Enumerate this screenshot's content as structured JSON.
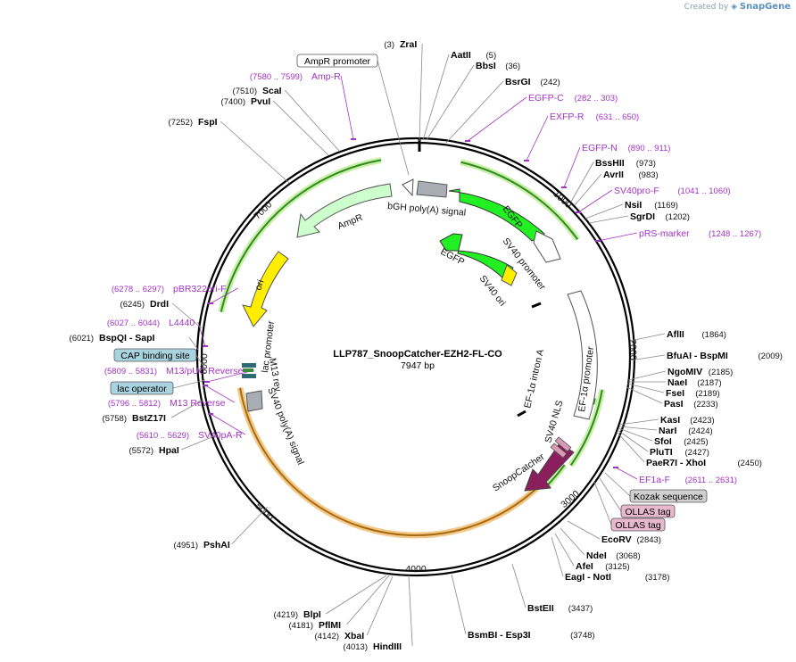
{
  "watermark": {
    "prefix": "Created by",
    "brand": "SnapGene"
  },
  "plasmid": {
    "name": "LLP787_SnoopCatcher-EZH2-FL-CO",
    "length_label": "7947 bp"
  },
  "ticks": [
    "1000",
    "2000",
    "3000",
    "4000",
    "5000",
    "6000",
    "7000"
  ],
  "sites": [
    {
      "num": "(3)",
      "name": "ZraI",
      "right": false
    },
    {
      "name": "AatII",
      "num": "(5)",
      "right": true
    },
    {
      "name": "BbsI",
      "num": "(36)",
      "right": true
    },
    {
      "name": "BsrGI",
      "num": "(242)",
      "right": true
    },
    {
      "name": "BssHII",
      "num": "(973)",
      "right": true
    },
    {
      "name": "AvrII",
      "num": "(983)",
      "right": true
    },
    {
      "name": "NsiI",
      "num": "(1169)",
      "right": true
    },
    {
      "name": "SgrDI",
      "num": "(1202)",
      "right": true
    },
    {
      "name": "AflII",
      "num": "(1864)",
      "right": true
    },
    {
      "name": "BfuAI  -  BspMI",
      "num": "(2009)",
      "right": true
    },
    {
      "name": "NgoMIV",
      "num": "(2185)",
      "right": true
    },
    {
      "name": "NaeI",
      "num": "(2187)",
      "right": true
    },
    {
      "name": "FseI",
      "num": "(2189)",
      "right": true
    },
    {
      "name": "PasI",
      "num": "(2233)",
      "right": true
    },
    {
      "name": "KasI",
      "num": "(2423)",
      "right": true
    },
    {
      "name": "NarI",
      "num": "(2424)",
      "right": true
    },
    {
      "name": "SfoI",
      "num": "(2425)",
      "right": true
    },
    {
      "name": "PluTI",
      "num": "(2427)",
      "right": true
    },
    {
      "name": "PaeR7I  -  XhoI",
      "num": "(2450)",
      "right": true
    },
    {
      "name": "EcoRV",
      "num": "(2843)",
      "right": true
    },
    {
      "name": "NdeI",
      "num": "(3068)",
      "right": true
    },
    {
      "name": "AfeI",
      "num": "(3125)",
      "right": true
    },
    {
      "name": "EagI  -  NotI",
      "num": "(3178)",
      "right": true
    },
    {
      "name": "BstEII",
      "num": "(3437)",
      "right": true
    },
    {
      "name": "BsmBI    -  Esp3I",
      "num": "(3748)",
      "right": true
    },
    {
      "num": "(4013)",
      "name": "HindIII",
      "right": false
    },
    {
      "num": "(4142)",
      "name": "XbaI",
      "right": false
    },
    {
      "num": "(4181)",
      "name": "PflMI",
      "right": false
    },
    {
      "num": "(4219)",
      "name": "BlpI",
      "right": false
    },
    {
      "num": "(4951)",
      "name": "PshAI",
      "right": false
    },
    {
      "num": "(5572)",
      "name": "HpaI",
      "right": false
    },
    {
      "num": "(5758)",
      "name": "BstZ17I",
      "right": false
    },
    {
      "num": "(6021)",
      "name": "BspQI    -  SapI",
      "right": false
    },
    {
      "num": "(6245)",
      "name": "DrdI",
      "right": false
    },
    {
      "num": "(7252)",
      "name": "FspI",
      "right": false
    },
    {
      "num": "(7400)",
      "name": "PvuI",
      "right": false
    },
    {
      "num": "(7510)",
      "name": "ScaI",
      "right": false
    }
  ],
  "primers": [
    {
      "name": "EGFP-C",
      "num": "(282 .. 303)",
      "right": true
    },
    {
      "name": "EXFP-R",
      "num": "(631 .. 650)",
      "right": true
    },
    {
      "name": "EGFP-N",
      "num": "(890 .. 911)",
      "right": true
    },
    {
      "name": "SV40pro-F",
      "num": "(1041 .. 1060)",
      "right": true
    },
    {
      "name": "pRS-marker",
      "num": "(1248 .. 1267)",
      "right": true
    },
    {
      "name": "EF1a-F",
      "num": "(2611 .. 2631)",
      "right": true
    },
    {
      "num": "(7580 .. 7599)",
      "name": "Amp-R",
      "right": false
    },
    {
      "num": "(6278 .. 6297)",
      "name": "pBR322ori-F",
      "right": false
    },
    {
      "num": "(6027 .. 6044)",
      "name": "L4440",
      "right": false
    },
    {
      "num": "(5809 .. 5831)",
      "name": "M13/pUC Reverse",
      "right": false
    },
    {
      "num": "(5796 .. 5812)",
      "name": "M13 Reverse",
      "right": false
    },
    {
      "num": "(5610 .. 5629)",
      "name": "SV40pA-R",
      "right": false
    }
  ],
  "boxed": [
    {
      "name": "AmpR promoter",
      "style": "white"
    },
    {
      "name": "CAP binding site",
      "style": "blue"
    },
    {
      "name": "lac operator",
      "style": "blue"
    },
    {
      "name": "Kozak sequence",
      "style": "gray"
    },
    {
      "name": "OLLAS tag",
      "style": "pink"
    },
    {
      "name": "OLLAS tag",
      "style": "pink"
    }
  ],
  "features": [
    {
      "name": "bGH poly(A) signal",
      "color": "#a9aeb5"
    },
    {
      "name": "EGFP",
      "color": "#22f022"
    },
    {
      "name": "SV40 promoter",
      "color": "#ffffff"
    },
    {
      "name": "EGFP",
      "color": "#22f022"
    },
    {
      "name": "SV40 ori",
      "color": "#ffee00"
    },
    {
      "name": "AmpR",
      "color": "#ccffcc"
    },
    {
      "name": "ori",
      "color": "#ffee00"
    },
    {
      "name": "lac promoter",
      "color": "#ffffff"
    },
    {
      "name": "M13 rev",
      "color": "#ffffff"
    },
    {
      "name": "SV40 poly(A) signal",
      "color": "#a9aeb5"
    },
    {
      "name": "EF-1α intron A",
      "color": "#ffffff"
    },
    {
      "name": "EF-1α promoter",
      "color": "#ffffff"
    },
    {
      "name": "SV40 NLS",
      "color": "#ffffff"
    },
    {
      "name": "SnoopCatcher",
      "color": "#8b1e5c"
    }
  ]
}
